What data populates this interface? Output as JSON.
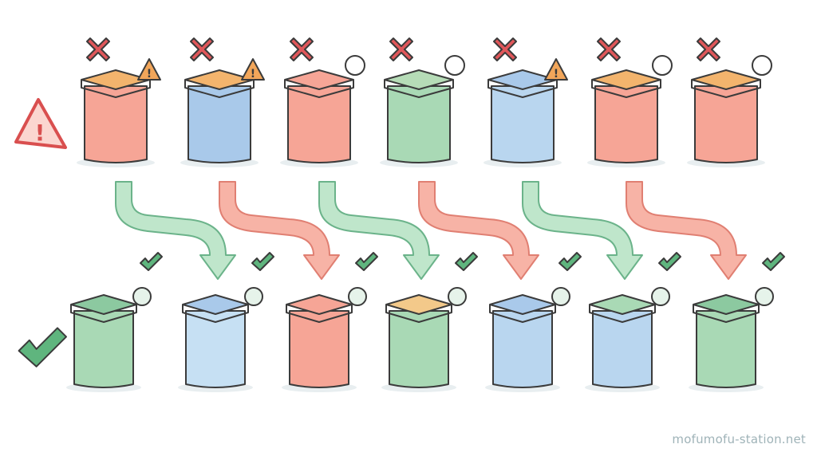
{
  "watermark": "mofumofu-station.net",
  "colors": {
    "bad_mark": "#e0575a",
    "good_mark": "#5fb57e",
    "warning": "#f2a65a",
    "outline": "#3b3b3b",
    "arrow_green_fill": "#bfe6cb",
    "arrow_green_stroke": "#6bb38a",
    "arrow_pink_fill": "#f7b3a6",
    "arrow_pink_stroke": "#e07f72"
  },
  "bad_scenes": [
    {
      "name": "open-container-pet-bowl",
      "body": "#f6a596",
      "lid": "#f3b46d",
      "extra": "warning-icon"
    },
    {
      "name": "paper-bag-storage",
      "body": "#a9c9ea",
      "lid": "#f3b46d",
      "extra": "warning-icon"
    },
    {
      "name": "clip-container-hand",
      "body": "#f6a596",
      "lid": "#f6a596",
      "extra": "thought-bubble-icon"
    },
    {
      "name": "moldy-container",
      "body": "#a9d9b5",
      "lid": "#b6dcb7",
      "extra": "biohazard-icon"
    },
    {
      "name": "cracked-container-moisture",
      "body": "#b9d6ef",
      "lid": "#a9c9ea",
      "extra": "warning-icon"
    },
    {
      "name": "container-near-heater-sun",
      "body": "#f6a596",
      "lid": "#f3b46d",
      "extra": "sun-icon"
    },
    {
      "name": "overfilled-jar-spill",
      "body": "#f6a596",
      "lid": "#f3b46d",
      "extra": "burst-icon"
    }
  ],
  "good_scenes": [
    {
      "name": "airtight-container-bowl",
      "body": "#a9d9b5",
      "lid": "#8cc9a0",
      "extra": "scale-icon"
    },
    {
      "name": "clip-seal-container",
      "body": "#c6e0f3",
      "lid": "#a9c9ea",
      "extra": "shield-check-icon"
    },
    {
      "name": "scoop-container",
      "body": "#f6a596",
      "lid": "#f6a596",
      "extra": "smile-icon"
    },
    {
      "name": "clean-container-brush",
      "body": "#a9d9b5",
      "lid": "#f3c98a",
      "extra": "sparkle-icon"
    },
    {
      "name": "recycle-container",
      "body": "#b9d6ef",
      "lid": "#a9c9ea",
      "extra": "shield-icon"
    },
    {
      "name": "cool-dark-cabinet",
      "body": "#b9d6ef",
      "lid": "#a9d9b5",
      "extra": "moon-thermometer-icon"
    },
    {
      "name": "measured-container-scoop",
      "body": "#a9d9b5",
      "lid": "#8cc9a0",
      "extra": "gauge-icon"
    }
  ]
}
